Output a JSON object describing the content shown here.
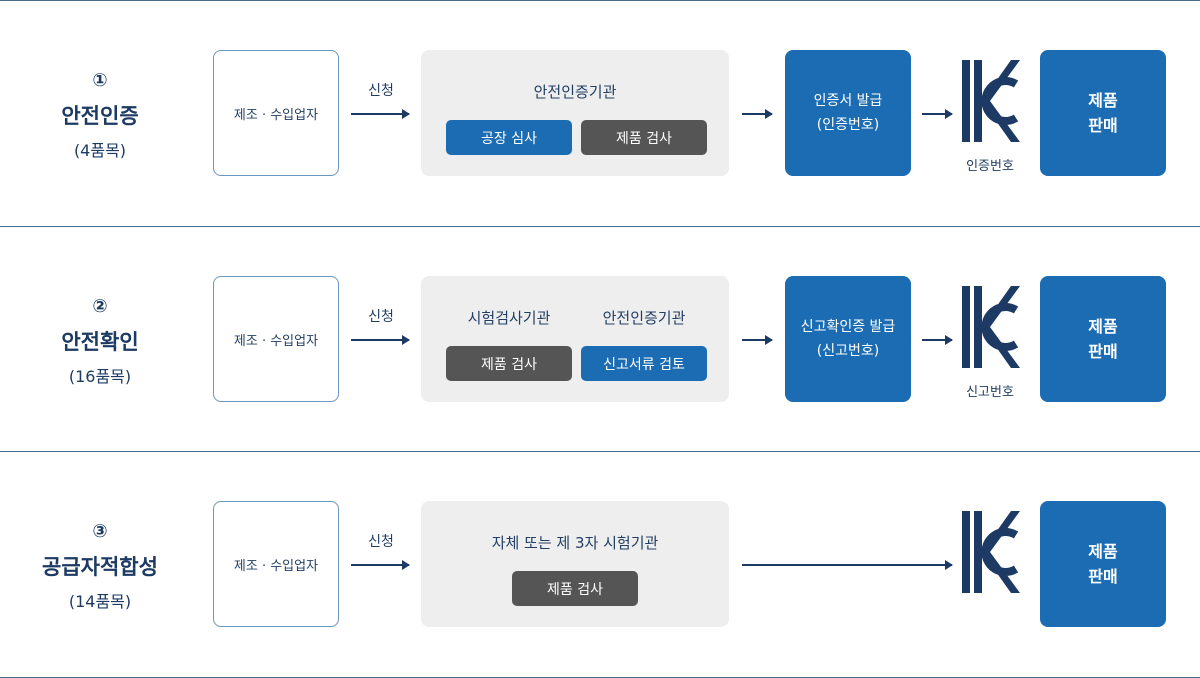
{
  "rows": [
    {
      "num": "①",
      "title": "안전인증",
      "sub": "(4품목)",
      "maker": "제조 · 수입업자",
      "apply": "신청",
      "org_labels": [
        "안전인증기관"
      ],
      "chips": [
        "공장 심사",
        "제품 검사"
      ],
      "issue_line1": "인증서 발급",
      "issue_line2": "(인증번호)",
      "kc_label": "인증번호",
      "sale_line1": "제품",
      "sale_line2": "판매"
    },
    {
      "num": "②",
      "title": "안전확인",
      "sub": "(16품목)",
      "maker": "제조 · 수입업자",
      "apply": "신청",
      "org_labels": [
        "시험검사기관",
        "안전인증기관"
      ],
      "chips": [
        "제품 검사",
        "신고서류 검토"
      ],
      "issue_line1": "신고확인증 발급",
      "issue_line2": "(신고번호)",
      "kc_label": "신고번호",
      "sale_line1": "제품",
      "sale_line2": "판매"
    },
    {
      "num": "③",
      "title": "공급자적합성",
      "sub": "(14품목)",
      "maker": "제조 · 수입업자",
      "apply": "신청",
      "org_labels": [
        "자체 또는 제 3자 시험기관"
      ],
      "chips": [
        "제품 검사"
      ],
      "sale_line1": "제품",
      "sale_line2": "판매"
    }
  ],
  "colors": {
    "navy": "#1c3a63",
    "blue": "#1b6cb3",
    "gray": "#555555",
    "panel": "#eeeeee"
  },
  "icons": [
    "kc-mark-icon",
    "arrow-right-icon"
  ]
}
